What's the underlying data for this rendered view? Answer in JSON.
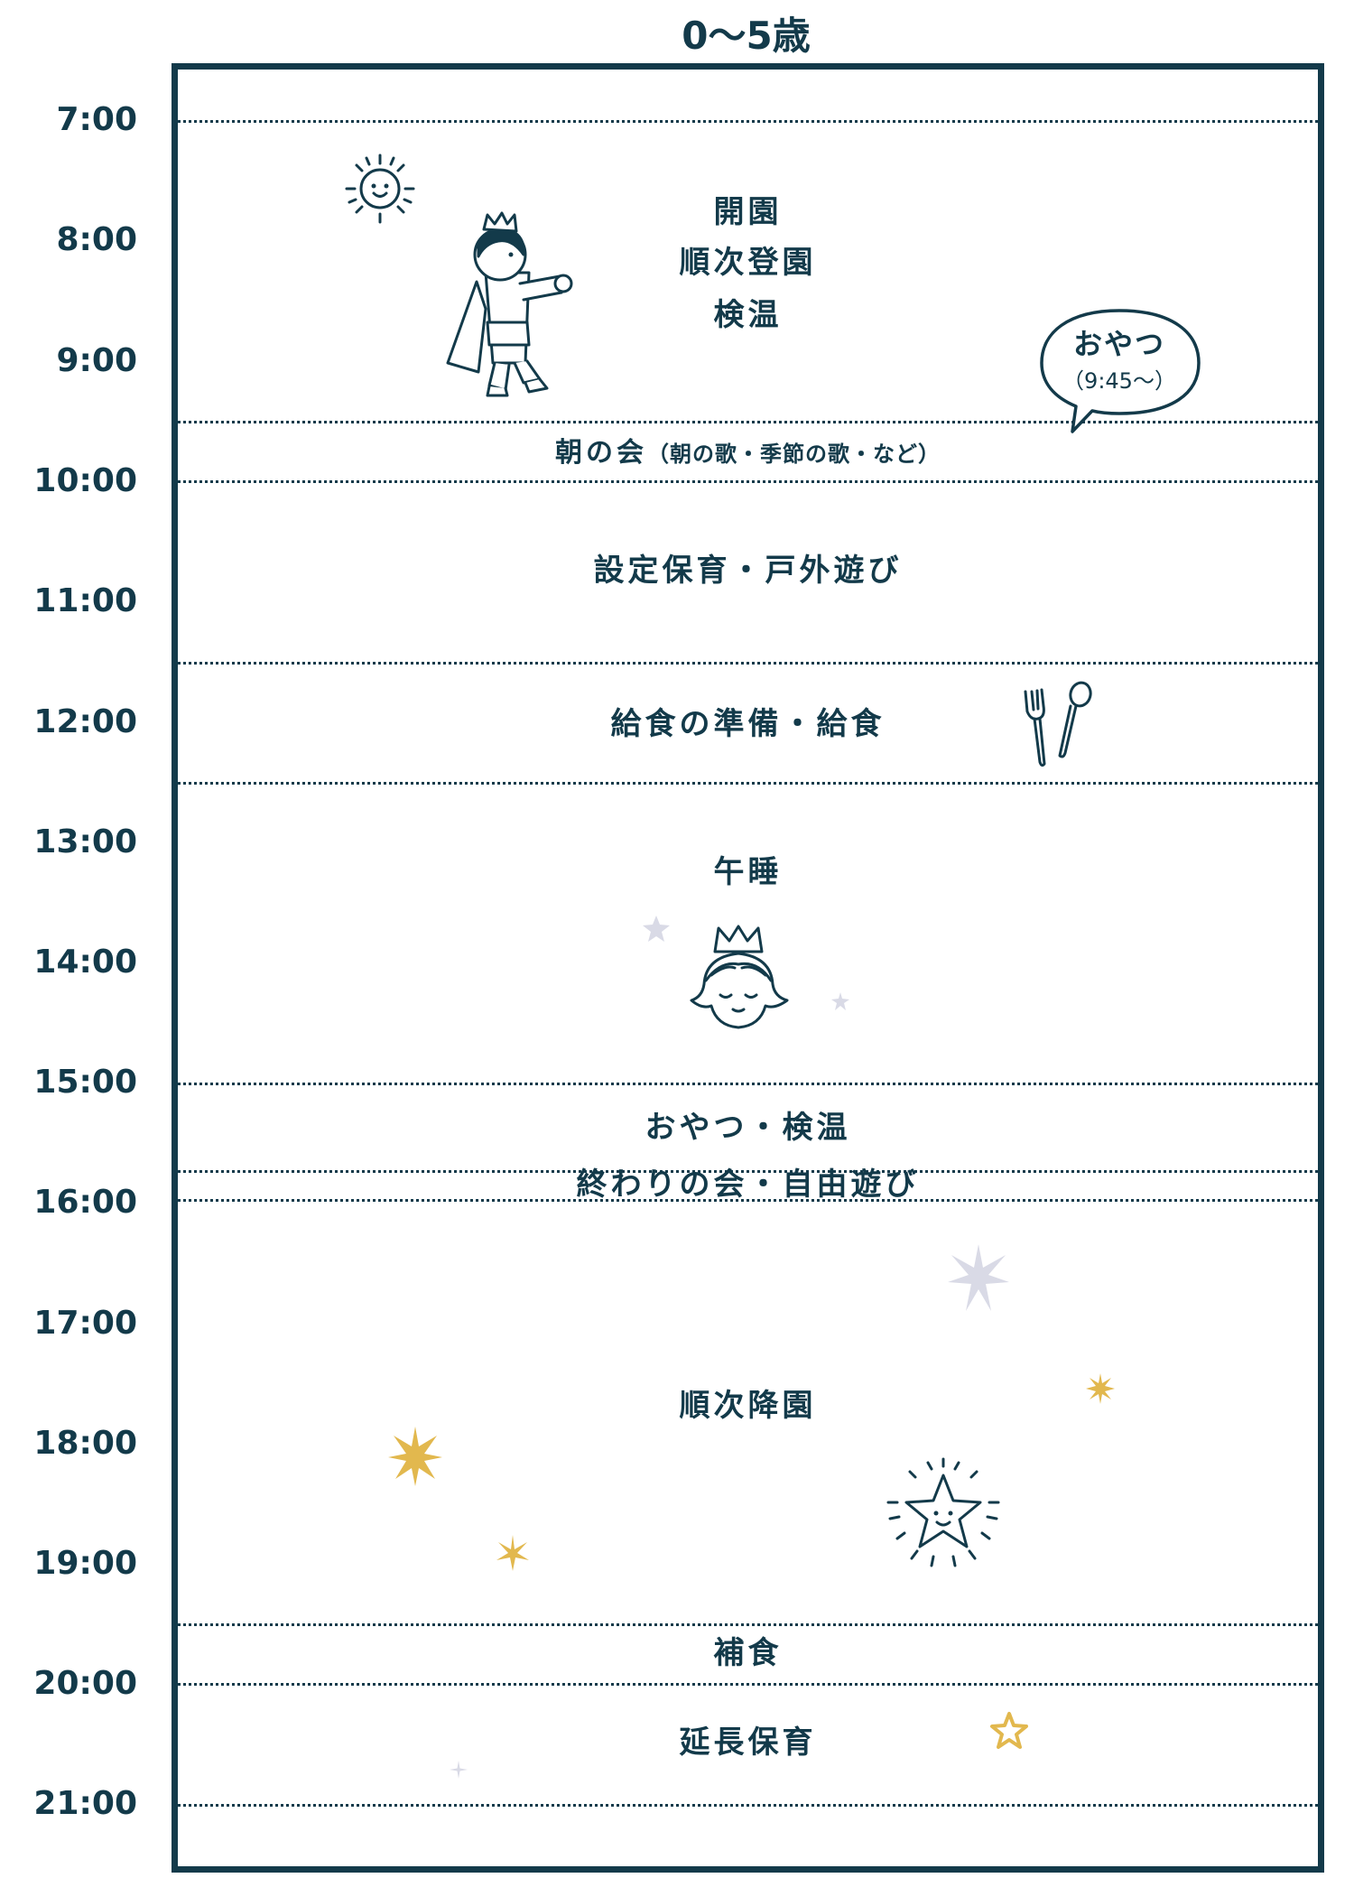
{
  "header": {
    "title": "0〜5歳"
  },
  "times": [
    "7:00",
    "8:00",
    "9:00",
    "10:00",
    "11:00",
    "12:00",
    "13:00",
    "14:00",
    "15:00",
    "16:00",
    "17:00",
    "18:00",
    "19:00",
    "20:00",
    "21:00"
  ],
  "activities": {
    "open": [
      "開園",
      "順次登園",
      "検温"
    ],
    "morning_meeting": "朝の会",
    "morning_meeting_note": "（朝の歌・季節の歌・など）",
    "outdoor": "設定保育・戸外遊び",
    "lunch": "給食の準備・給食",
    "nap": "午睡",
    "snack_pm": "おやつ・検温",
    "closing": "終わりの会・自由遊び",
    "pickup": "順次降園",
    "supplement": "補食",
    "extended": "延長保育"
  },
  "bubble": {
    "label": "おやつ",
    "time": "（9:45〜）"
  },
  "colors": {
    "ink": "#133a4a",
    "gold": "#e2b84e",
    "lavender": "#d9dae6"
  },
  "icons": [
    "sun-icon",
    "prince-icon",
    "speech-bubble-icon",
    "fork-icon",
    "spoon-icon",
    "princess-icon",
    "star-face-icon",
    "sparkle-icon",
    "star-outline-icon"
  ]
}
